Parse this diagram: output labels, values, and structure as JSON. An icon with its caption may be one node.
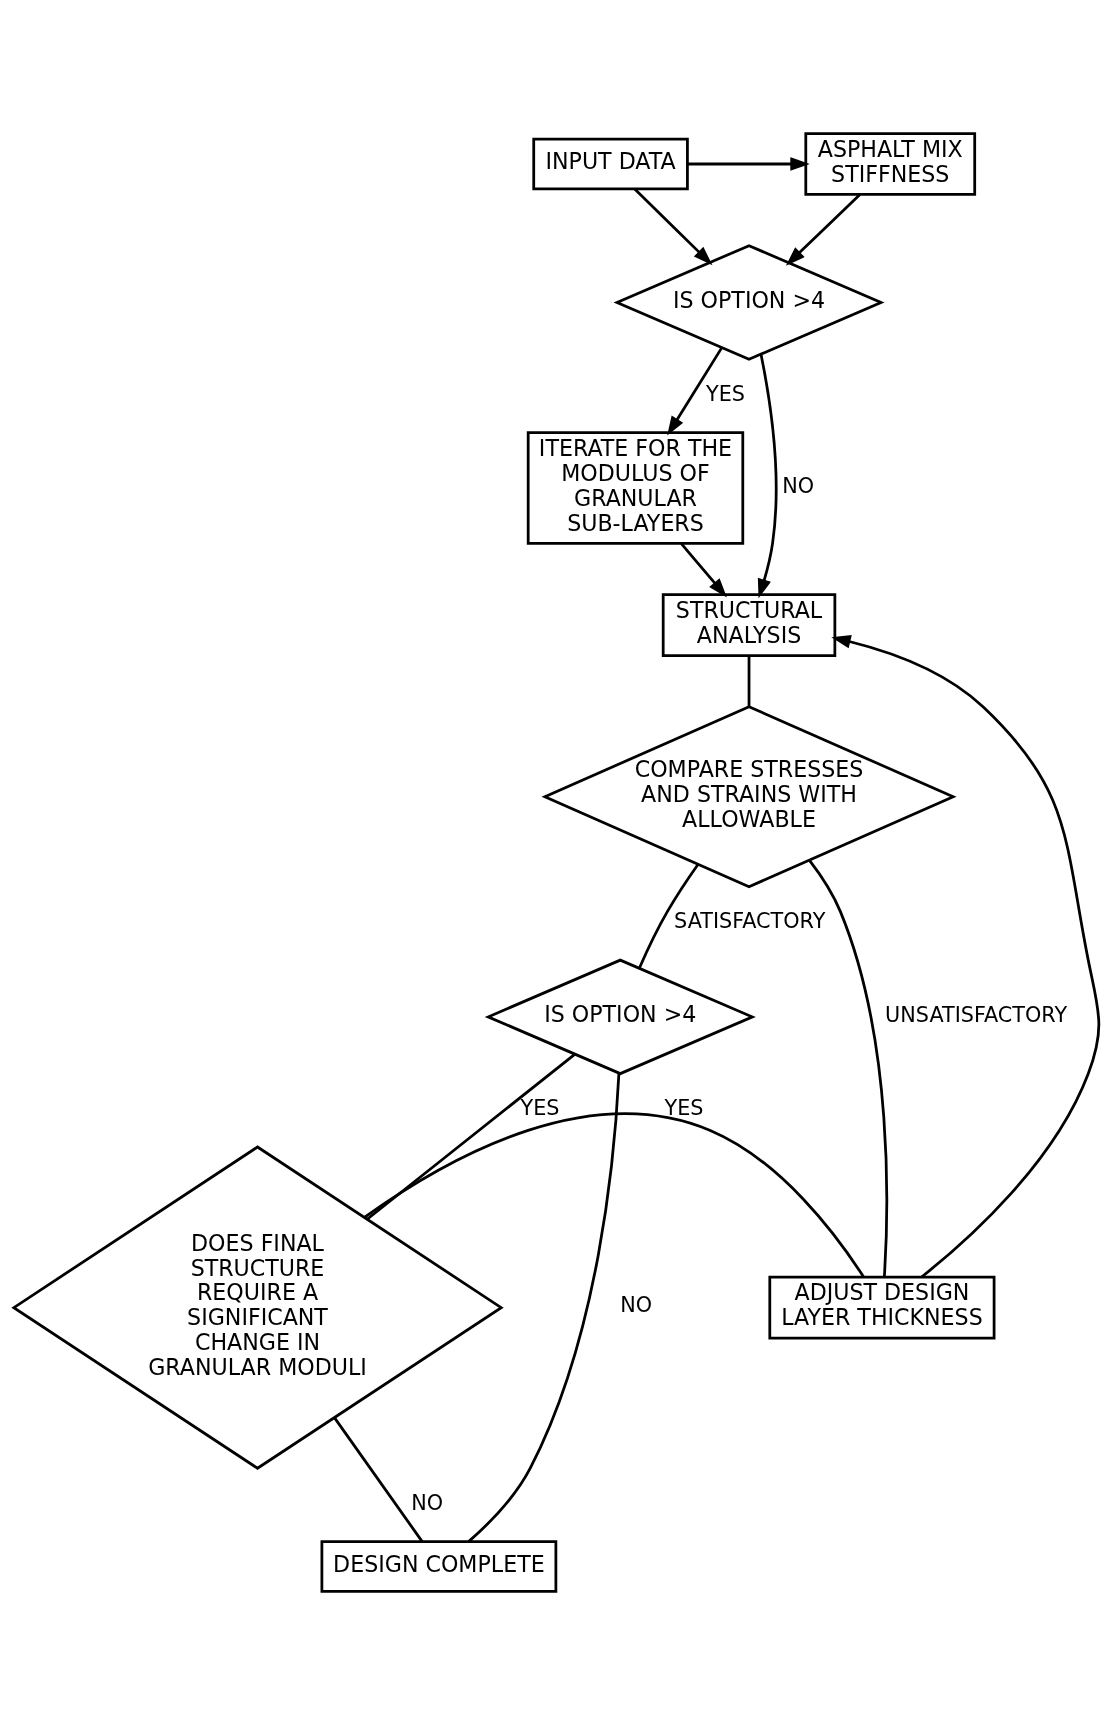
{
  "diagram": {
    "nodes": [
      {
        "text": [
          "ASPHALT MIX STIFFNESS"
        ]
      },
      {
        "text": [
          "INPUT DATA"
        ]
      },
      {
        "text": [
          "IS OPTION >4"
        ]
      },
      {
        "text": [
          "ITERATE FOR THE MODULUS OF GRANULAR SUB-LAYERS"
        ]
      },
      {
        "text": [
          "STRUCTURAL ANALYSIS"
        ]
      },
      {
        "text": [
          "COMPARE STRESSES AND STRAINS WITH ALLOWABLE"
        ]
      },
      {
        "text": [
          "IS OPTION >4"
        ]
      },
      {
        "text": [
          "DOES FINAL STRUCTURE REQUIRE A SIGNIFICANT CHANGE IN GRANULAR MODULI"
        ]
      },
      {
        "text": [
          "ADJUST DESIGN LAYER THICKNESS"
        ]
      },
      {
        "text": [
          "DESIGN COMPLETE"
        ]
      }
    ],
    "edges": [
      {
        "from": 1,
        "to": 0,
        "arrow": "to"
      },
      {
        "from": 1,
        "to": 2,
        "arrow": "to"
      },
      {
        "from": 0,
        "to": 2,
        "arrow": "to"
      },
      {
        "from": 2,
        "to": 3,
        "label": "YES",
        "arrow": "to"
      },
      {
        "from": 2,
        "to": 4,
        "label": "NO",
        "arrow": "to"
      },
      {
        "from": 3,
        "to": 4,
        "arrow": "to"
      },
      {
        "from": 4,
        "to": 5,
        "arrow": "none"
      },
      {
        "from": 5,
        "to": 6,
        "label": "SATISFACTORY",
        "arrow": "none"
      },
      {
        "from": 5,
        "to": 8,
        "label": "UNSATISFACTORY",
        "arrow": "none"
      },
      {
        "from": 6,
        "to": 7,
        "label": "YES",
        "arrow": "none"
      },
      {
        "from": 6,
        "to": 9,
        "label": "NO",
        "arrow": "none"
      },
      {
        "from": 7,
        "to": 8,
        "label": "YES",
        "arrow": "none"
      },
      {
        "from": 7,
        "to": 9,
        "label": "NO",
        "arrow": "none"
      },
      {
        "from": 8,
        "to": 4,
        "arrow": "to"
      }
    ]
  }
}
